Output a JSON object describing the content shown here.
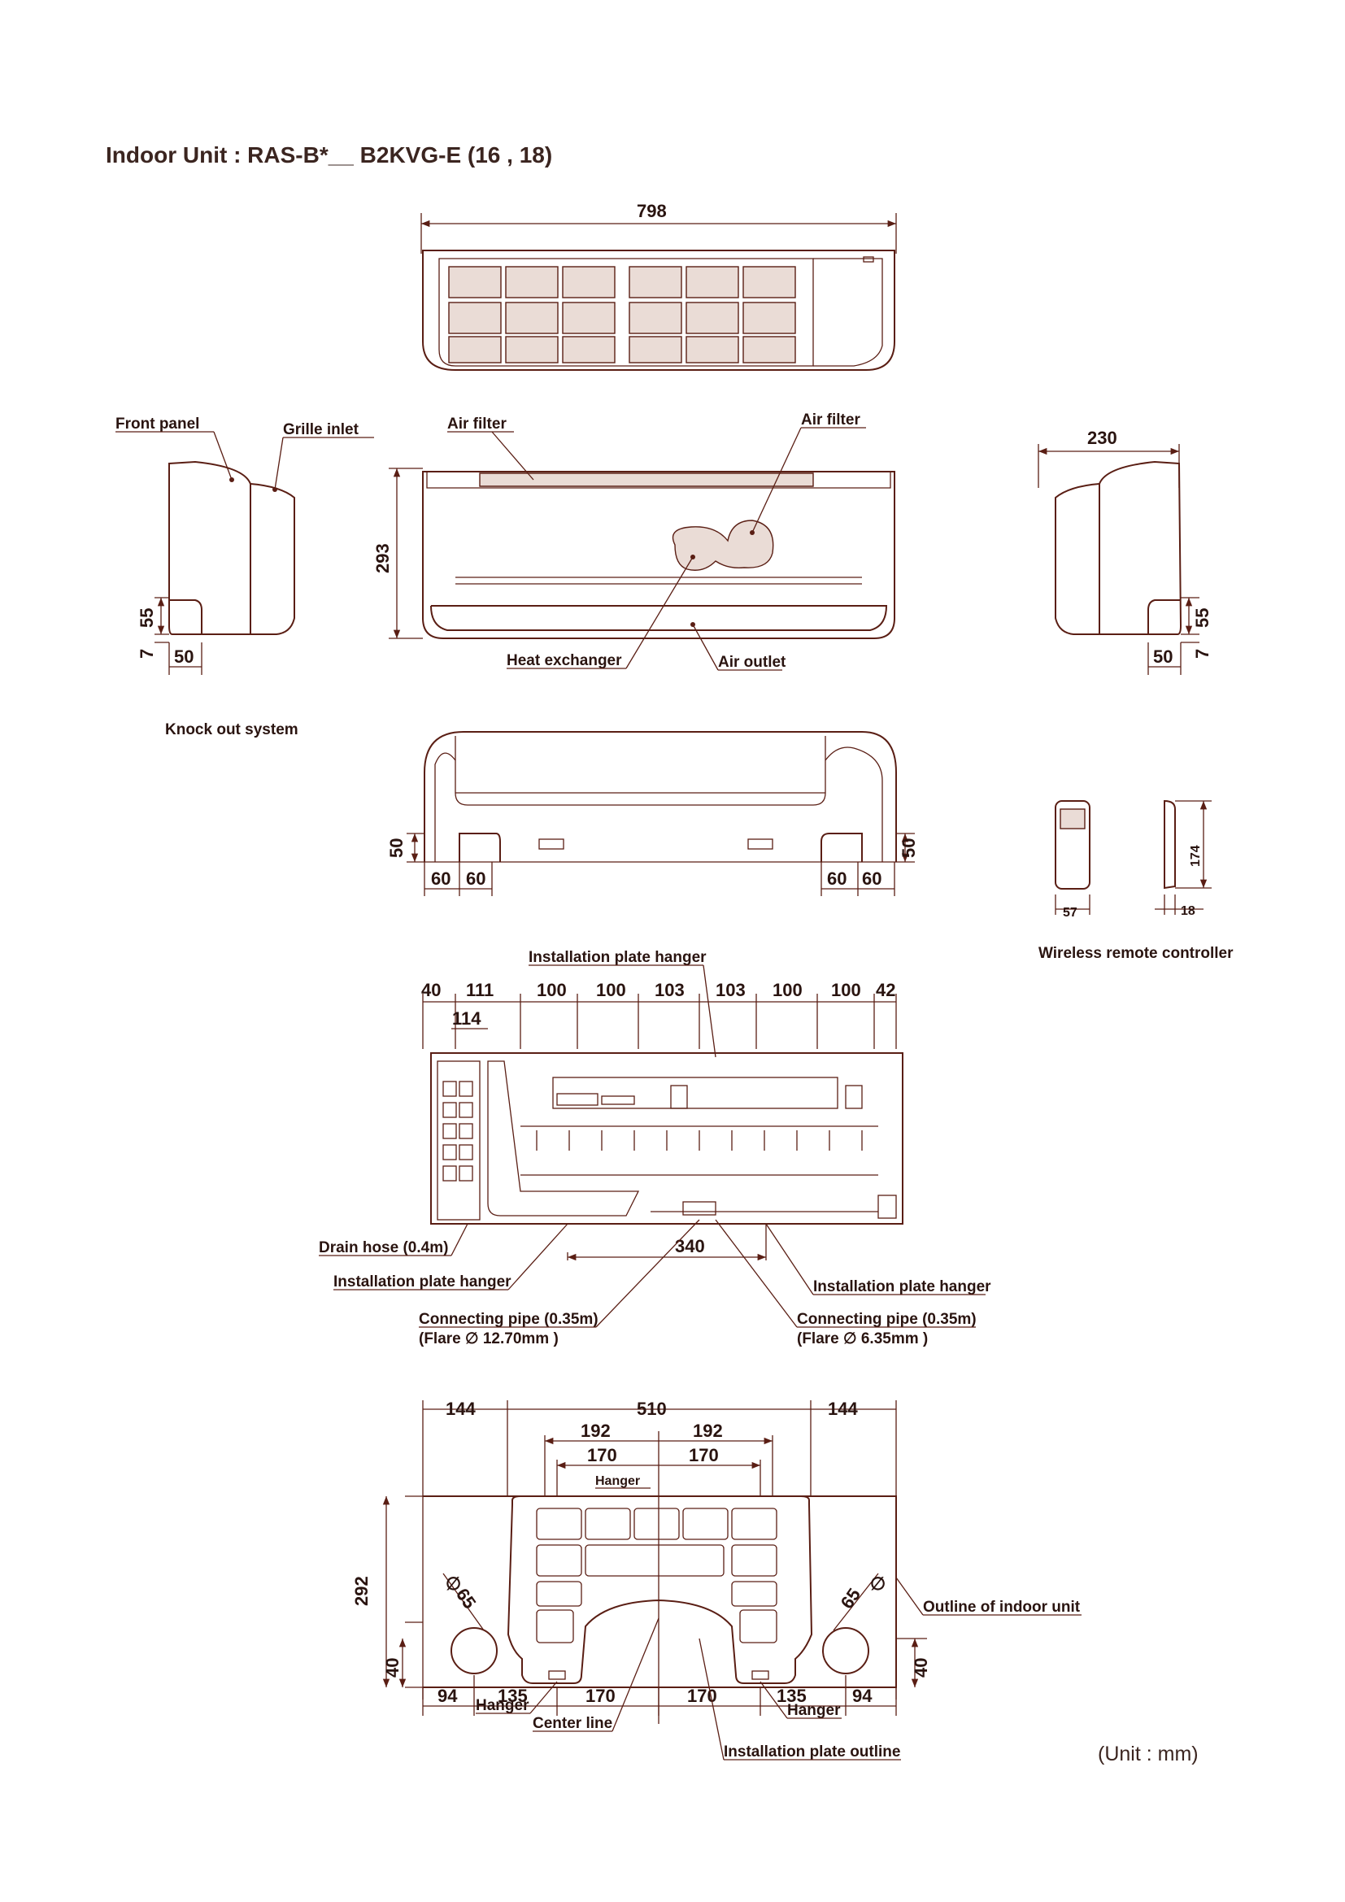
{
  "title": "Indoor Unit : RAS-B*__ B2KVG-E (16 , 18)",
  "unit_note": "(Unit : mm)",
  "labels": {
    "front_panel": "Front panel",
    "grille_inlet": "Grille inlet",
    "air_filter_left": "Air filter",
    "air_filter_right": "Air filter",
    "heat_exchanger": "Heat exchanger",
    "air_outlet": "Air outlet",
    "knock_out": "Knock out system",
    "wireless_remote": "Wireless remote controller",
    "installation_plate_hanger_top": "Installation plate hanger",
    "drain_hose": "Drain hose (0.4m)",
    "installation_plate_hanger_left": "Installation plate hanger",
    "installation_plate_hanger_right": "Installation plate hanger",
    "connecting_pipe_left_1": "Connecting pipe (0.35m)",
    "connecting_pipe_left_2": "(Flare ∅ 12.70mm )",
    "connecting_pipe_right_1": "Connecting pipe (0.35m)",
    "connecting_pipe_right_2": "(Flare ∅ 6.35mm )",
    "outline_indoor": "Outline of indoor unit",
    "hanger_top": "Hanger",
    "hanger_left": "Hanger",
    "hanger_right": "Hanger",
    "center_line": "Center line",
    "installation_plate_outline": "Installation plate outline"
  },
  "dims": {
    "width_798": "798",
    "height_293": "293",
    "depth_230": "230",
    "left_55": "55",
    "left_7": "7",
    "left_50": "50",
    "right_55": "55",
    "right_7": "7",
    "right_50": "50",
    "bottom_50_left": "50",
    "bottom_50_right": "50",
    "bottom_60_a": "60",
    "bottom_60_b": "60",
    "bottom_60_c": "60",
    "bottom_60_d": "60",
    "remote_174": "174",
    "remote_57": "57",
    "remote_18": "18",
    "rear_40": "40",
    "rear_111": "111",
    "rear_114": "114",
    "rear_100a": "100",
    "rear_100b": "100",
    "rear_103a": "103",
    "rear_103b": "103",
    "rear_100c": "100",
    "rear_100d": "100",
    "rear_42": "42",
    "rear_340": "340",
    "plate_144_left": "144",
    "plate_510": "510",
    "plate_144_right": "144",
    "plate_192_left": "192",
    "plate_192_right": "192",
    "plate_170_left": "170",
    "plate_170_right": "170",
    "plate_292": "292",
    "plate_40_left": "40",
    "plate_40_right": "40",
    "plate_65_left": "65",
    "plate_65_right": "65",
    "plate_94_left": "94",
    "plate_135_left": "135",
    "plate_170_bl": "170",
    "plate_170_br": "170",
    "plate_135_right": "135",
    "plate_94_right": "94"
  }
}
